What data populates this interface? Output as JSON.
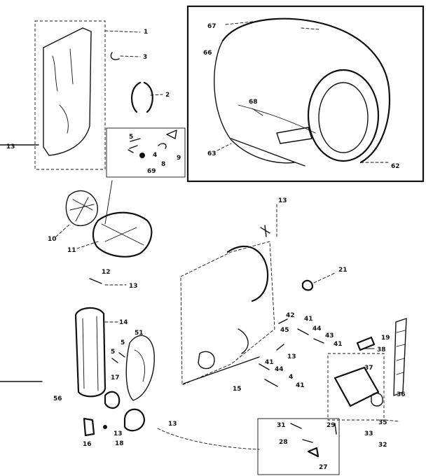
{
  "labels": [
    {
      "id": "1",
      "text": "1"
    },
    {
      "id": "3",
      "text": "3"
    },
    {
      "id": "2",
      "text": "2"
    },
    {
      "id": "5",
      "text": "5"
    },
    {
      "id": "4",
      "text": "4"
    },
    {
      "id": "8",
      "text": "8"
    },
    {
      "id": "9",
      "text": "9"
    },
    {
      "id": "69",
      "text": "69"
    },
    {
      "id": "13a",
      "text": "13"
    },
    {
      "id": "67",
      "text": "67"
    },
    {
      "id": "66",
      "text": "66"
    },
    {
      "id": "68",
      "text": "68"
    },
    {
      "id": "63",
      "text": "63"
    },
    {
      "id": "62",
      "text": "62"
    },
    {
      "id": "10",
      "text": "10"
    },
    {
      "id": "11",
      "text": "11"
    },
    {
      "id": "12",
      "text": "12"
    },
    {
      "id": "13b",
      "text": "13"
    },
    {
      "id": "13c",
      "text": "13"
    },
    {
      "id": "21",
      "text": "21"
    },
    {
      "id": "14",
      "text": "14"
    },
    {
      "id": "51",
      "text": "51"
    },
    {
      "id": "5b",
      "text": "5"
    },
    {
      "id": "5c",
      "text": "5"
    },
    {
      "id": "17",
      "text": "17"
    },
    {
      "id": "56",
      "text": "56"
    },
    {
      "id": "16",
      "text": "16"
    },
    {
      "id": "13d",
      "text": "13"
    },
    {
      "id": "18",
      "text": "18"
    },
    {
      "id": "13e",
      "text": "13"
    },
    {
      "id": "42",
      "text": "42"
    },
    {
      "id": "41a",
      "text": "41"
    },
    {
      "id": "45",
      "text": "45"
    },
    {
      "id": "44a",
      "text": "44"
    },
    {
      "id": "43",
      "text": "43"
    },
    {
      "id": "41b",
      "text": "41"
    },
    {
      "id": "13f",
      "text": "13"
    },
    {
      "id": "41c",
      "text": "41"
    },
    {
      "id": "44b",
      "text": "44"
    },
    {
      "id": "4b",
      "text": "4"
    },
    {
      "id": "41d",
      "text": "41"
    },
    {
      "id": "15",
      "text": "15"
    },
    {
      "id": "19",
      "text": "19"
    },
    {
      "id": "38",
      "text": "38"
    },
    {
      "id": "37",
      "text": "37"
    },
    {
      "id": "36",
      "text": "36"
    },
    {
      "id": "35",
      "text": "35"
    },
    {
      "id": "33",
      "text": "33"
    },
    {
      "id": "32",
      "text": "32"
    },
    {
      "id": "31",
      "text": "31"
    },
    {
      "id": "29",
      "text": "29"
    },
    {
      "id": "28",
      "text": "28"
    },
    {
      "id": "27",
      "text": "27"
    }
  ]
}
